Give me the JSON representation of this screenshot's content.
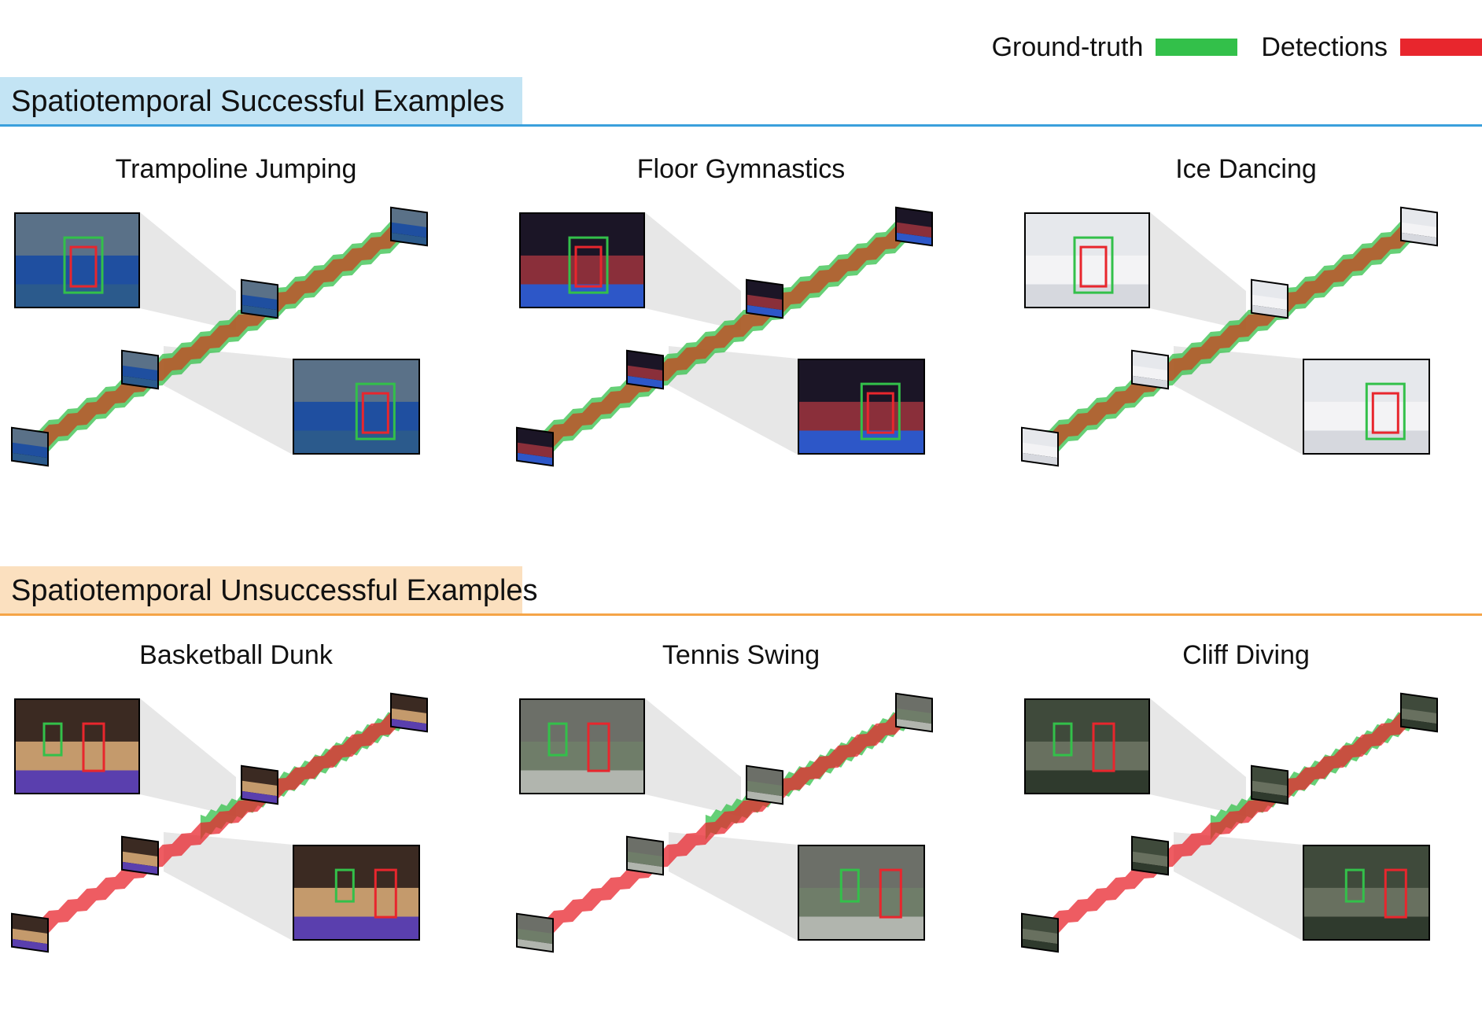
{
  "legend": {
    "ground_truth_label": "Ground-truth",
    "ground_truth_color": "#33c04a",
    "detections_label": "Detections",
    "detections_color": "#e8262d"
  },
  "sections": [
    {
      "title": "Spatiotemporal Successful Examples",
      "bg_color": "#c3e4f4",
      "rule_color": "#3aa0dc",
      "panels": [
        {
          "title": "Trampoline Jumping",
          "scene": "trampoline",
          "tube": "aligned"
        },
        {
          "title": "Floor Gymnastics",
          "scene": "arena",
          "tube": "aligned"
        },
        {
          "title": "Ice Dancing",
          "scene": "ice",
          "tube": "aligned"
        }
      ]
    },
    {
      "title": "Spatiotemporal Unsuccessful Examples",
      "bg_color": "#fbe0bf",
      "rule_color": "#f5a447",
      "panels": [
        {
          "title": "Basketball Dunk",
          "scene": "court",
          "tube": "diverging"
        },
        {
          "title": "Tennis Swing",
          "scene": "tennis",
          "tube": "diverging"
        },
        {
          "title": "Cliff Diving",
          "scene": "cliff",
          "tube": "diverging"
        }
      ]
    }
  ]
}
